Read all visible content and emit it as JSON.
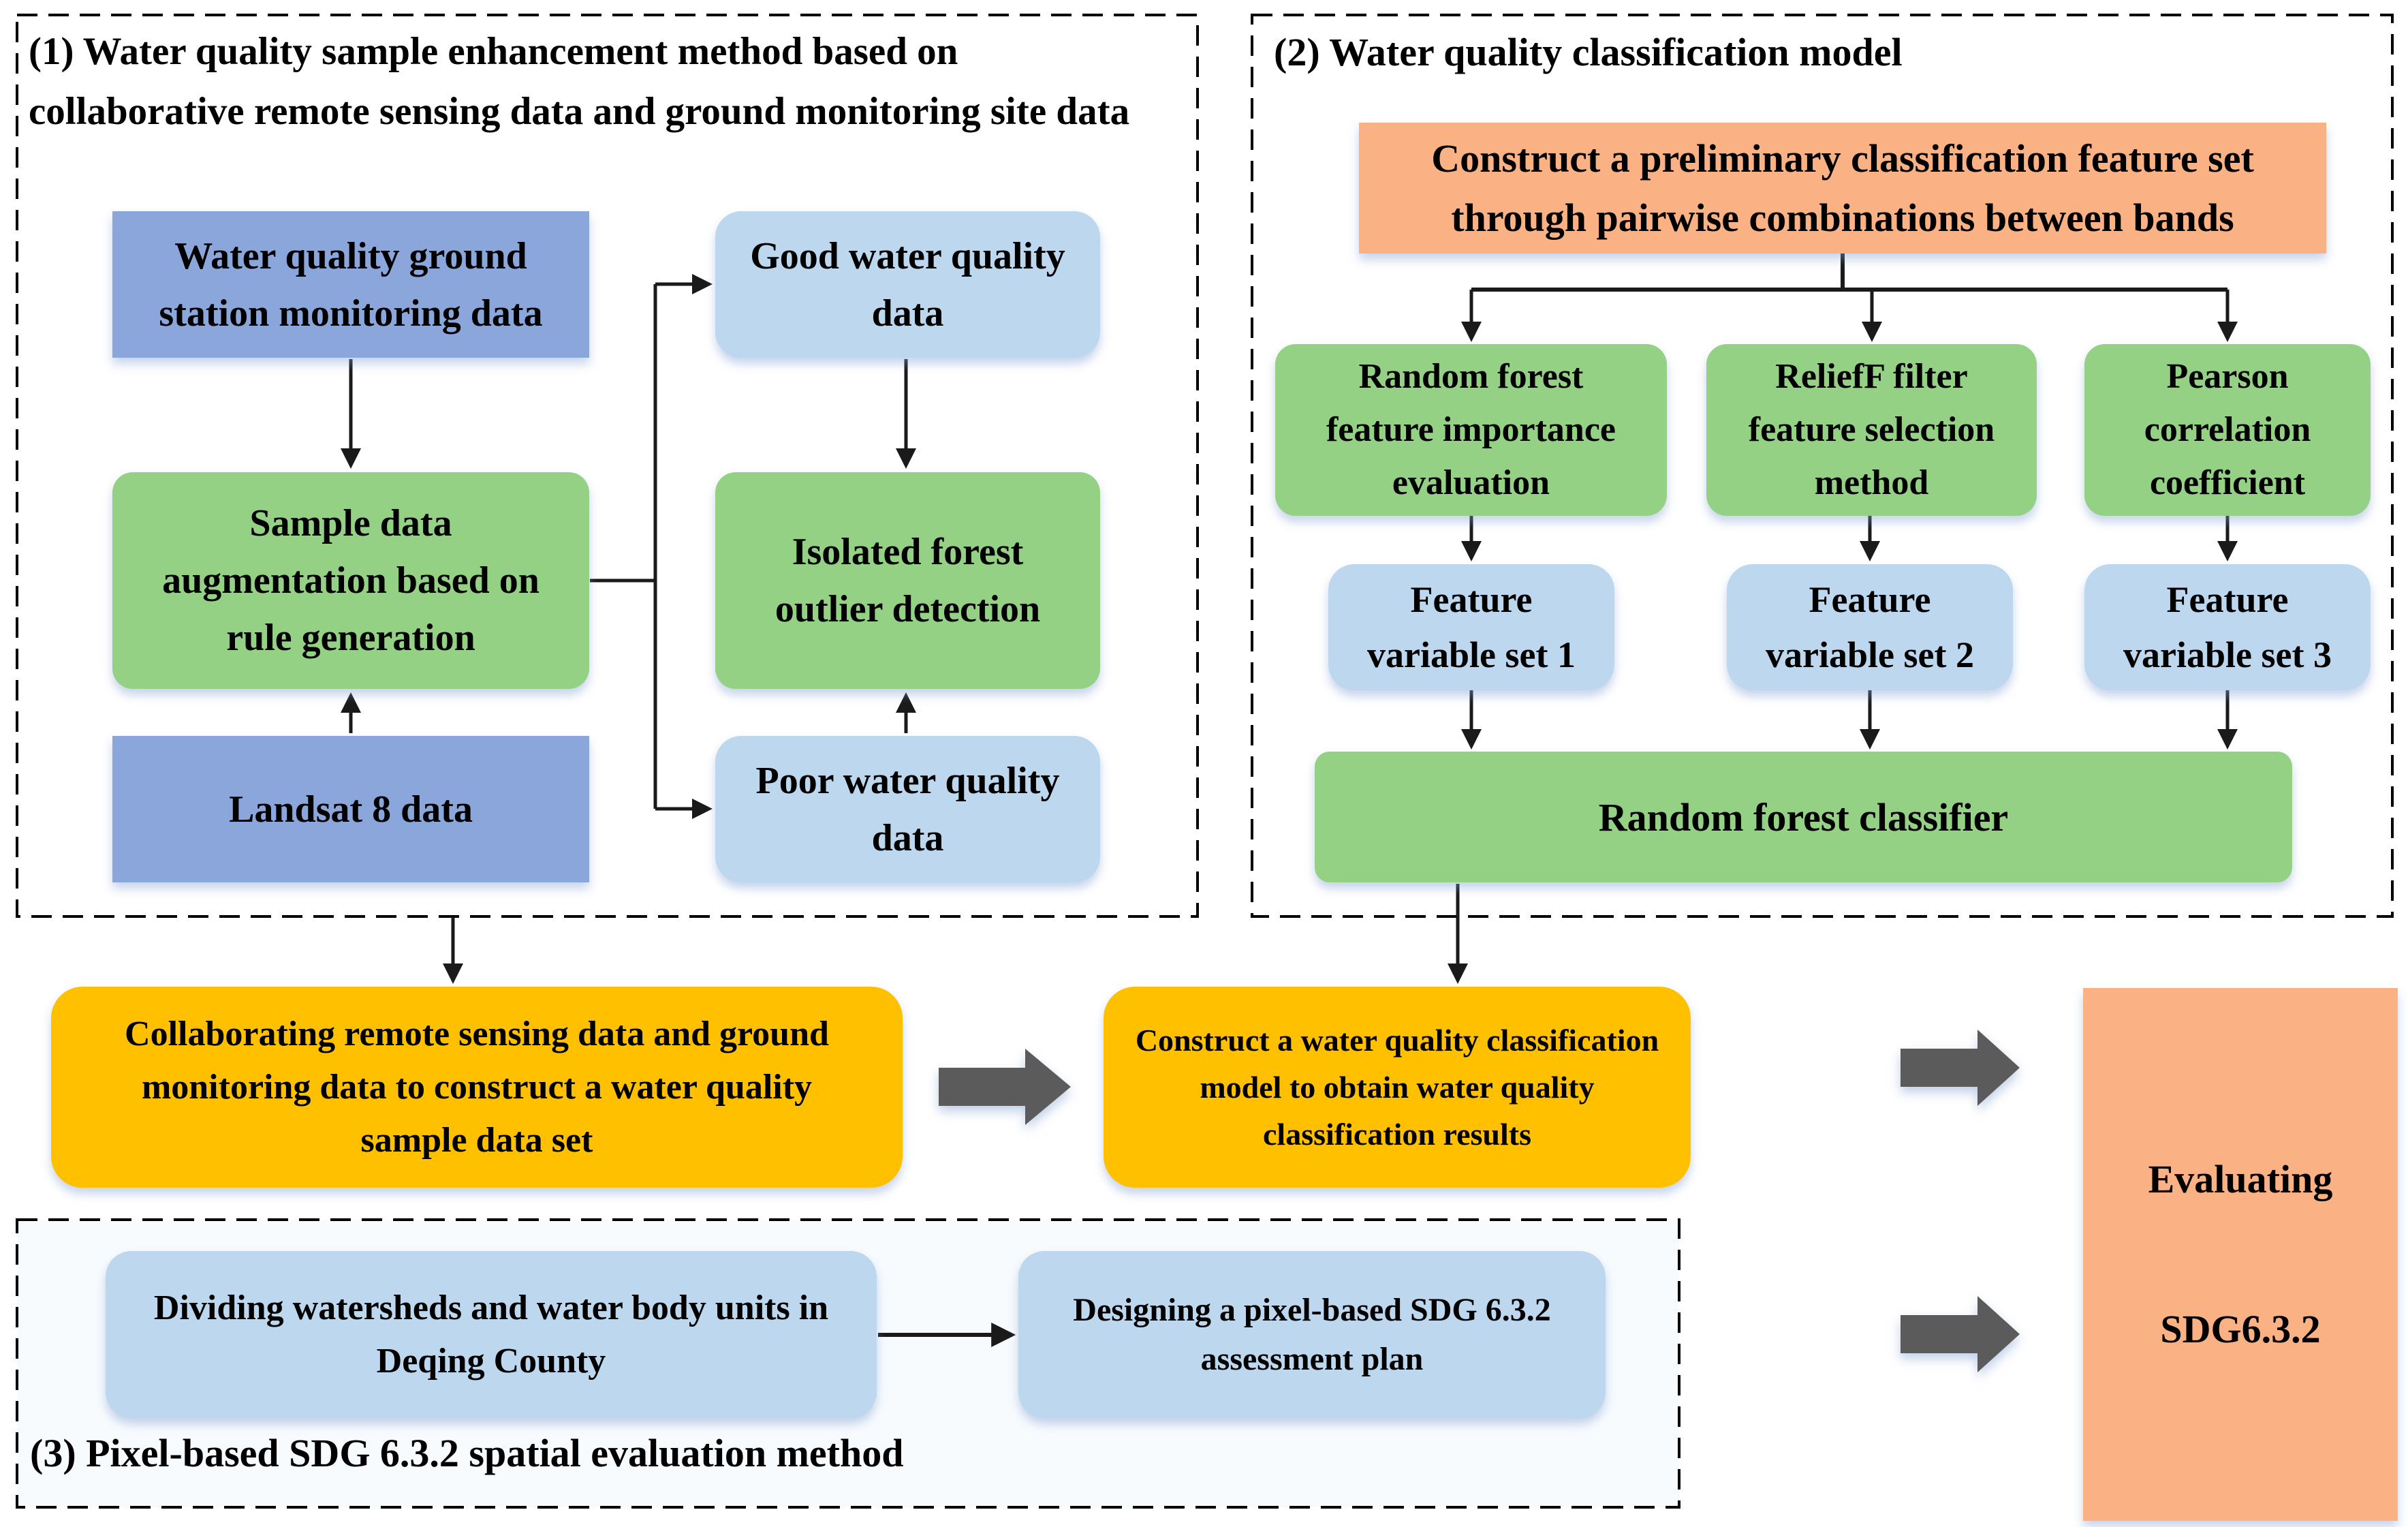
{
  "section1": {
    "title": "(1) Water quality sample enhancement method based on\ncollaborative remote sensing data and ground monitoring site data",
    "boxes": {
      "ground_station": "Water quality ground\nstation monitoring data",
      "sample_aug": "Sample data\naugmentation based on\nrule generation",
      "landsat": "Landsat 8 data",
      "good_wq": "Good water quality\ndata",
      "isolated_forest": "Isolated forest\noutlier detection",
      "poor_wq": "Poor water quality\ndata"
    }
  },
  "section2": {
    "title": "(2) Water quality classification model",
    "boxes": {
      "feature_set": "Construct a preliminary classification feature set\nthrough pairwise combinations between bands",
      "rf_importance": "Random forest\nfeature importance\nevaluation",
      "relieff": "ReliefF filter\nfeature selection\nmethod",
      "pearson": "Pearson\ncorrelation\ncoefficient",
      "fvs1": "Feature\nvariable set 1",
      "fvs2": "Feature\nvariable set 2",
      "fvs3": "Feature\nvariable set 3",
      "rf_classifier": "Random forest classifier"
    }
  },
  "section3": {
    "title": "(3) Pixel-based SDG 6.3.2 spatial evaluation method",
    "boxes": {
      "dividing": "Dividing watersheds and water body units in\nDeqing County",
      "designing": "Designing a pixel-based SDG 6.3.2\nassessment plan"
    }
  },
  "middle": {
    "collab": "Collaborating remote sensing data and ground\nmonitoring data to construct a water quality\nsample data set",
    "construct_model": "Construct a water quality classification\nmodel to obtain water quality\nclassification results",
    "evaluating": "Evaluating\n\nSDG6.3.2"
  },
  "colors": {
    "blue_box": "#8aa6db",
    "light_blue_box": "#bdd7ee",
    "green_box": "#94d185",
    "orange_box": "#fab183",
    "yellow_box": "#ffc000",
    "gray_block_arrow": "#5b5b5b",
    "connector_line": "#1a1a1a",
    "dashed_border": "#000000"
  }
}
